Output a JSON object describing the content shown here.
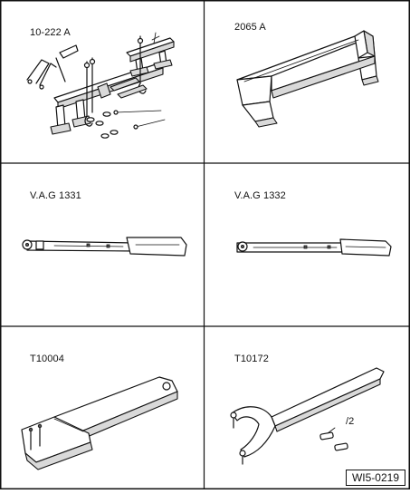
{
  "tools": [
    {
      "id": "engine-support-bridge",
      "label": "10-222 A"
    },
    {
      "id": "support-bar",
      "label": "2065 A"
    },
    {
      "id": "torque-wrench-1331",
      "label": "V.A.G 1331"
    },
    {
      "id": "torque-wrench-1332",
      "label": "V.A.G 1332"
    },
    {
      "id": "counterhold-t10004",
      "label": "T10004"
    },
    {
      "id": "counterhold-t10172",
      "label": "T10172",
      "sub_label": "/2"
    }
  ],
  "reference": "WI5-0219"
}
